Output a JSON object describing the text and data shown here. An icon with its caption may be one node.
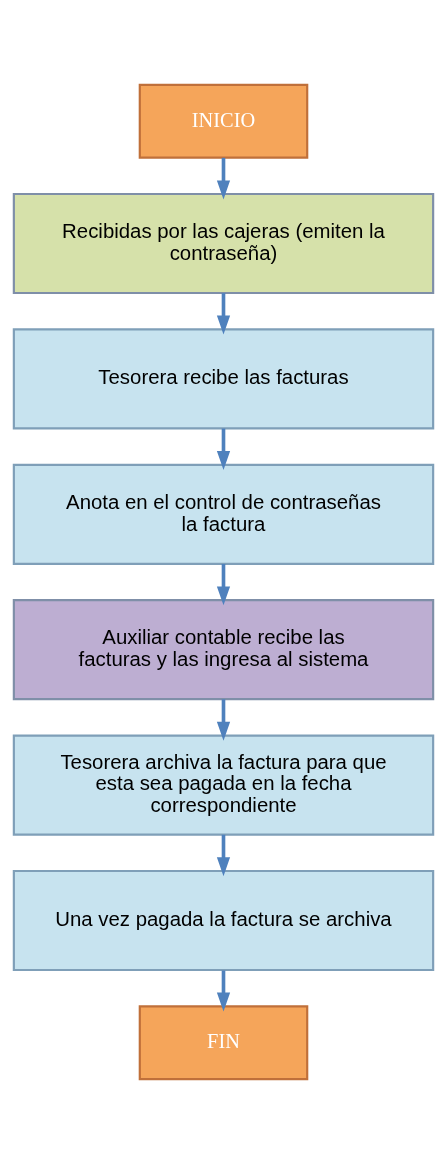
{
  "diagram": {
    "nodes": [
      {
        "text": [
          "INICIO"
        ]
      },
      {
        "text": [
          "Recibidas por las cajeras (emiten la contraseña)"
        ]
      },
      {
        "text": [
          "Tesorera recibe las facturas"
        ]
      },
      {
        "text": [
          "Anota en el control de contraseñas la factura"
        ]
      },
      {
        "text": [
          "Auxiliar contable recibe las facturas y las ingresa al sistema"
        ]
      },
      {
        "text": [
          "Tesorera archiva la factura para que esta sea pagada en la fecha correspondiente"
        ]
      },
      {
        "text": [
          "Una vez pagada la factura se archiva"
        ]
      },
      {
        "text": [
          "FIN"
        ]
      }
    ],
    "edges": [
      {
        "from": 0,
        "to": 1,
        "arrow": "to"
      },
      {
        "from": 1,
        "to": 2,
        "arrow": "to"
      },
      {
        "from": 2,
        "to": 3,
        "arrow": "to"
      },
      {
        "from": 3,
        "to": 4,
        "arrow": "to"
      },
      {
        "from": 4,
        "to": 5,
        "arrow": "to"
      },
      {
        "from": 5,
        "to": 6,
        "arrow": "to"
      },
      {
        "from": 6,
        "to": 7,
        "arrow": "to"
      }
    ]
  }
}
